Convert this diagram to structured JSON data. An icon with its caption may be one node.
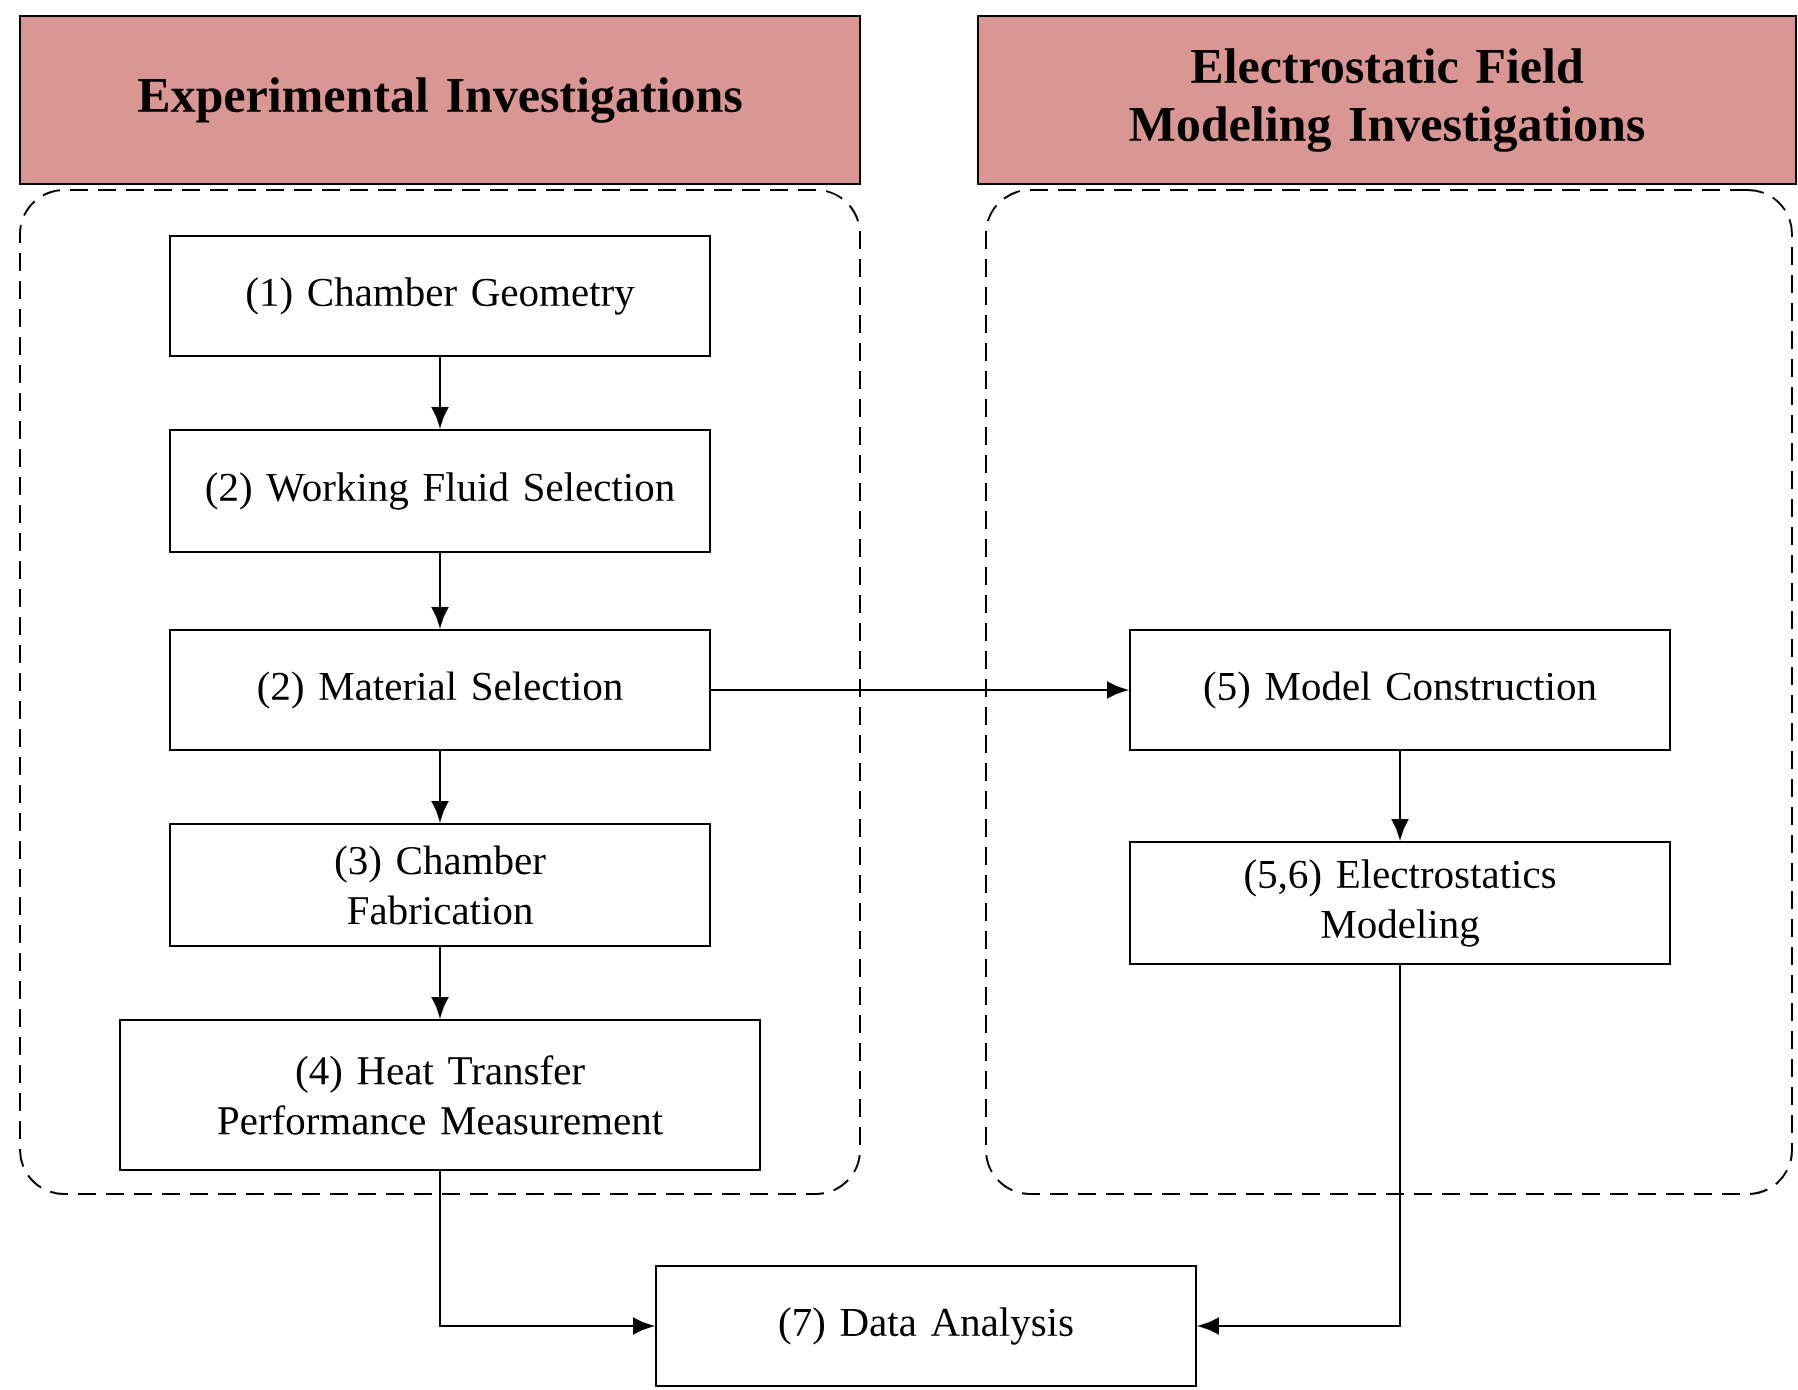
{
  "diagram": {
    "nodes": [
      {
        "text": [
          "Experimental Investigations"
        ]
      },
      {
        "text": [
          "(1) Chamber Geometry"
        ],
        "in": 0
      },
      {
        "text": [
          "(2) Working Fluid Selection"
        ],
        "in": 0
      },
      {
        "text": [
          "(2) Material Selection"
        ],
        "in": 0
      },
      {
        "text": [
          "(3) Chamber Fabrication"
        ],
        "in": 0
      },
      {
        "text": [
          "(4) Heat Transfer Performance Measurement"
        ],
        "in": 0
      },
      {
        "text": [
          "Electrostatic Field Modeling Investigations"
        ]
      },
      {
        "text": [
          "(5) Model Construction"
        ],
        "in": 6
      },
      {
        "text": [
          "(5,6) Electrostatics Modeling"
        ],
        "in": 6
      },
      {
        "text": [
          "(7) Data Analysis"
        ]
      }
    ],
    "edges": [
      {
        "from": 1,
        "to": 2,
        "arrow": "to"
      },
      {
        "from": 2,
        "to": 3,
        "arrow": "to"
      },
      {
        "from": 3,
        "to": 4,
        "arrow": "to"
      },
      {
        "from": 4,
        "to": 5,
        "arrow": "to"
      },
      {
        "from": 3,
        "to": 7,
        "arrow": "to"
      },
      {
        "from": 7,
        "to": 8,
        "arrow": "to"
      },
      {
        "from": 5,
        "to": 9,
        "arrow": "to"
      },
      {
        "from": 8,
        "to": 9,
        "arrow": "to"
      }
    ]
  }
}
